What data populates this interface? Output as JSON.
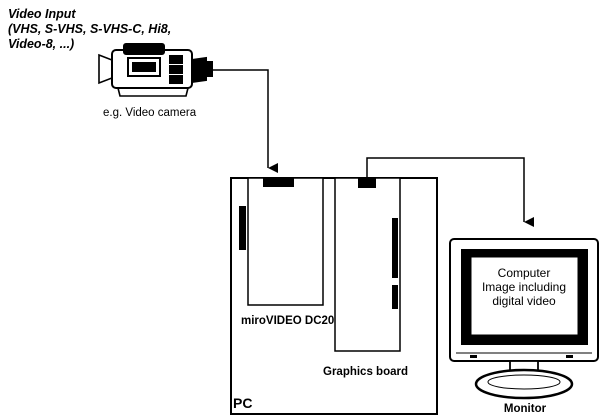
{
  "video_input": {
    "line1": "Video Input",
    "line2": "(VHS, S-VHS, S-VHS-C, Hi8,",
    "line3": "Video-8, ...)"
  },
  "camera_caption": "e.g. Video camera",
  "pc_label": "PC",
  "capture_card_label": "miroVIDEO DC20",
  "graphics_board_label": "Graphics board",
  "screen_text": {
    "line1": "Computer",
    "line2": "Image including",
    "line3": "digital video"
  },
  "monitor_label": "Monitor"
}
